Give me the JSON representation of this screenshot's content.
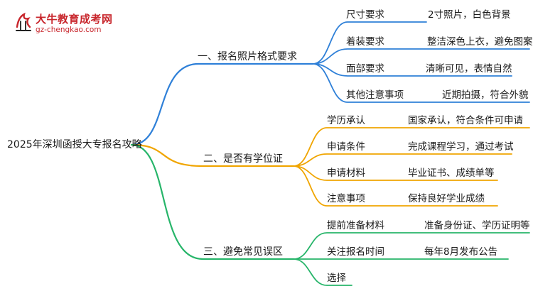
{
  "logo": {
    "title": "大牛教育成考网",
    "url": "gz-chengkao.com"
  },
  "root": "2025年深圳函授大专报名攻略",
  "branches": [
    {
      "label": "一、报名照片格式要求",
      "color": "#2f80d8",
      "children": [
        {
          "label": "尺寸要求",
          "leaf": "2寸照片，白色背景"
        },
        {
          "label": "着装要求",
          "leaf": "整洁深色上衣，避免图案"
        },
        {
          "label": "面部要求",
          "leaf": "清晰可见，表情自然"
        },
        {
          "label": "其他注意事项",
          "leaf": "近期拍摄，符合外貌"
        }
      ]
    },
    {
      "label": "二、是否有学位证",
      "color": "#f0a500",
      "children": [
        {
          "label": "学历承认",
          "leaf": "国家承认，符合条件可申请"
        },
        {
          "label": "申请条件",
          "leaf": "完成课程学习，通过考试"
        },
        {
          "label": "申请材料",
          "leaf": "毕业证书、成绩单等"
        },
        {
          "label": "注意事项",
          "leaf": "保持良好学业成绩"
        }
      ]
    },
    {
      "label": "三、避免常见误区",
      "color": "#27b56a",
      "children": [
        {
          "label": "提前准备材料",
          "leaf": "准备身份证、学历证明等"
        },
        {
          "label": "关注报名时间",
          "leaf": "每年8月发布公告"
        },
        {
          "label": "选择",
          "leaf": ""
        }
      ]
    }
  ]
}
